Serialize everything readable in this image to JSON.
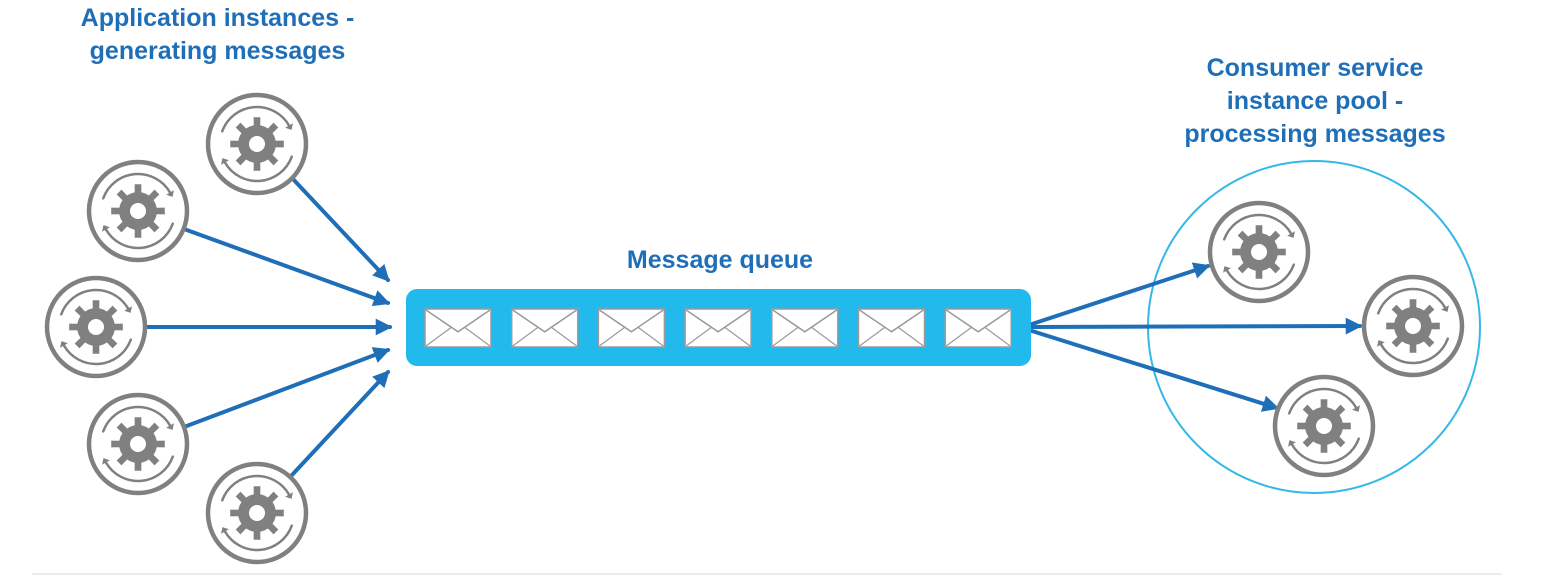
{
  "producers": {
    "title_lines": [
      "Application instances -",
      "generating messages"
    ],
    "count": 5
  },
  "queue": {
    "title": "Message queue",
    "message_count": 7
  },
  "consumers": {
    "title_lines": [
      "Consumer service",
      "instance pool -",
      "processing messages"
    ],
    "count": 3
  },
  "icons": {
    "instance": "gear-cycle-icon",
    "message": "envelope-icon"
  },
  "colors": {
    "arrow": "#1f6fb8",
    "queue_fill": "#22b9ec",
    "instance_gray": "#808080",
    "pool_outline": "#35b8e8",
    "text": "#1f6fb8"
  }
}
